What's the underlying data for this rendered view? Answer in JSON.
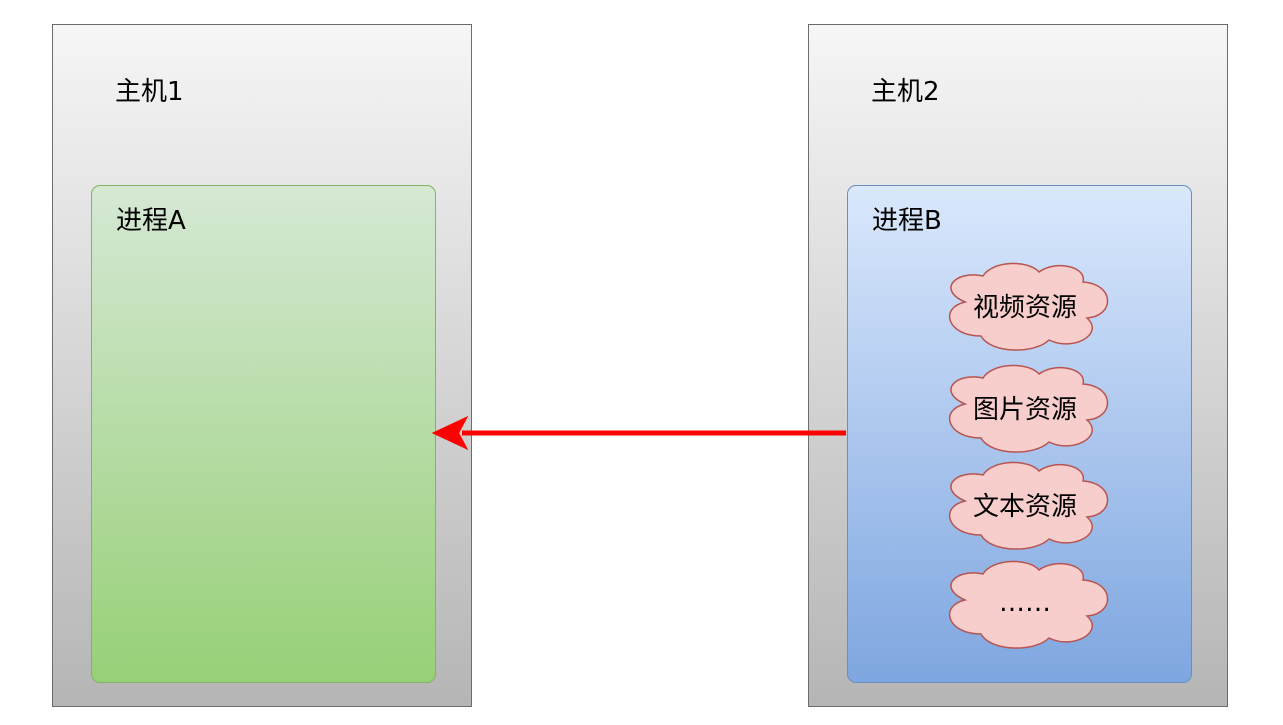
{
  "hosts": [
    {
      "label": "主机1",
      "process": {
        "label": "进程A"
      }
    },
    {
      "label": "主机2",
      "process": {
        "label": "进程B",
        "resources": [
          "视频资源",
          "图片资源",
          "文本资源",
          "……"
        ]
      }
    }
  ],
  "arrow": {
    "from": "进程B",
    "to": "进程A",
    "color": "#ff0000"
  },
  "colors": {
    "host_border": "#6d6d6d",
    "process_a_fill": "#97d077",
    "process_a_border": "#82b366",
    "process_b_fill": "#7ea6e0",
    "process_b_border": "#6c8ebf",
    "cloud_fill": "#f8cecc",
    "cloud_border": "#b85450"
  }
}
